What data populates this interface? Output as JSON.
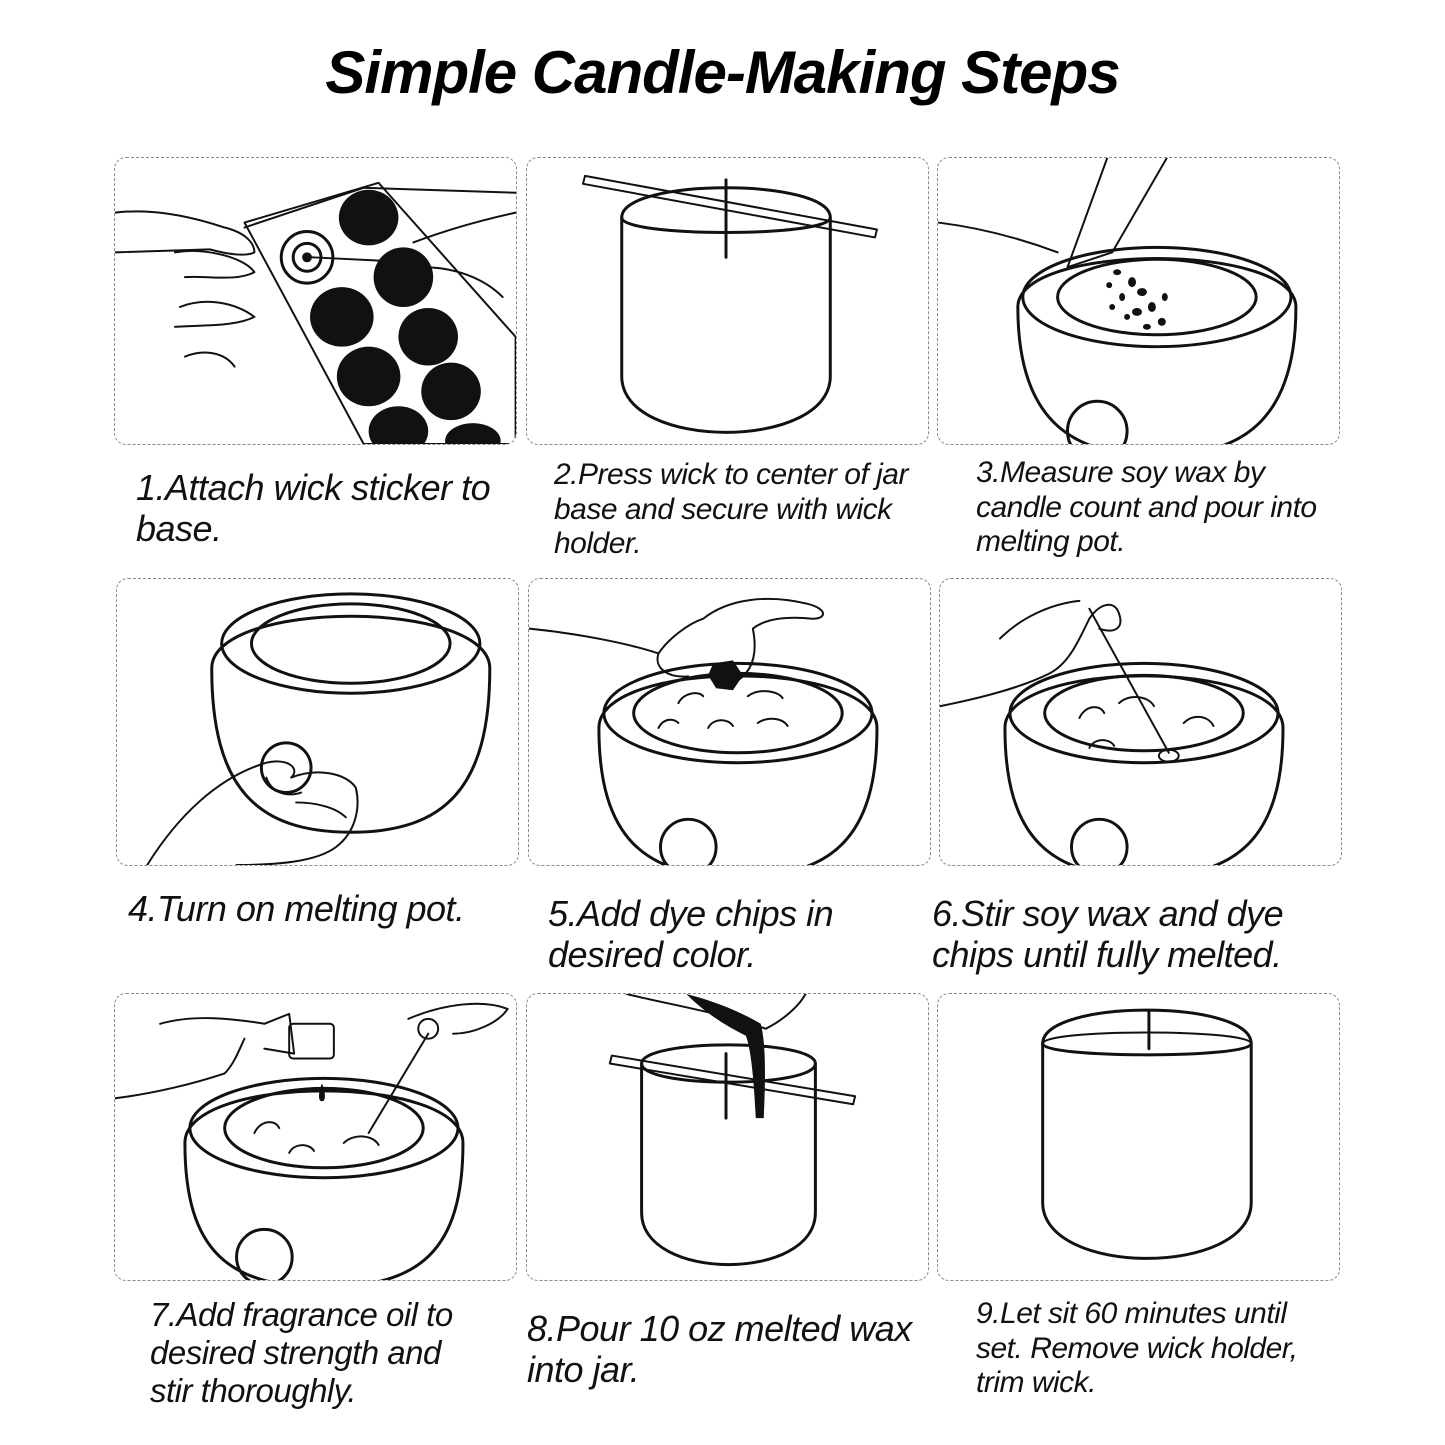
{
  "title": "Simple Candle-Making Steps",
  "steps": [
    {
      "caption": "1.Attach wick sticker to base."
    },
    {
      "caption": "2.Press wick to center of jar base and secure with wick holder."
    },
    {
      "caption": "3.Measure soy wax by candle count and pour into melting pot."
    },
    {
      "caption": "4.Turn on melting pot."
    },
    {
      "caption": "5.Add dye chips in desired color."
    },
    {
      "caption": "6.Stir soy wax and dye chips until fully melted."
    },
    {
      "caption": "7.Add fragrance oil to desired strength and stir thoroughly."
    },
    {
      "caption": "8.Pour 10 oz melted wax into jar."
    },
    {
      "caption": "9.Let sit 60 minutes until set. Remove wick holder, trim wick."
    }
  ],
  "icons": [
    "wick-sticker-illustration",
    "jar-wick-holder-illustration",
    "wax-pour-pot-illustration",
    "melting-pot-power-illustration",
    "dye-chips-illustration",
    "stir-wax-illustration",
    "fragrance-oil-illustration",
    "pour-wax-jar-illustration",
    "finished-candle-illustration"
  ]
}
